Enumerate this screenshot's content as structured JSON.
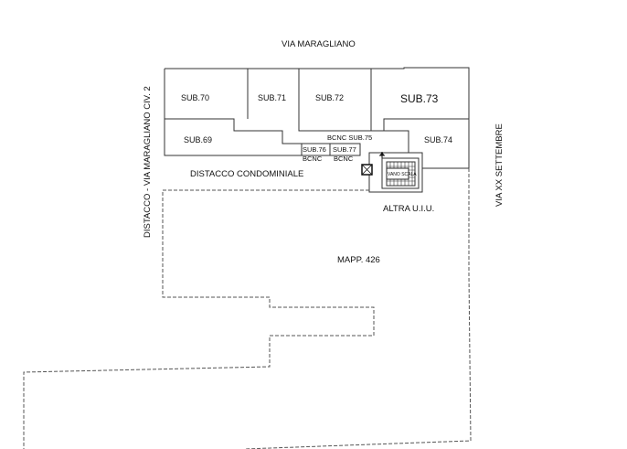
{
  "streets": {
    "north": "VIA MARAGLIANO",
    "west": "DISTACCO - VIA MARAGLIANO CIV. 2",
    "east": "VIA XX SETTEMBRE"
  },
  "areas": {
    "distacco": "DISTACCO CONDOMINIALE",
    "altra": "ALTRA U.I.U.",
    "mapp": "MAPP. 426",
    "vano_scala": "VANO SCALA"
  },
  "units": {
    "sub70": "SUB.70",
    "sub71": "SUB.71",
    "sub72": "SUB.72",
    "sub73": "SUB.73",
    "sub69": "SUB.69",
    "sub74": "SUB.74",
    "sub75": "BCNC SUB.75",
    "sub76": "SUB.76",
    "sub77": "SUB.77",
    "bcnc76": "BCNC",
    "bcnc77": "BCNC"
  }
}
